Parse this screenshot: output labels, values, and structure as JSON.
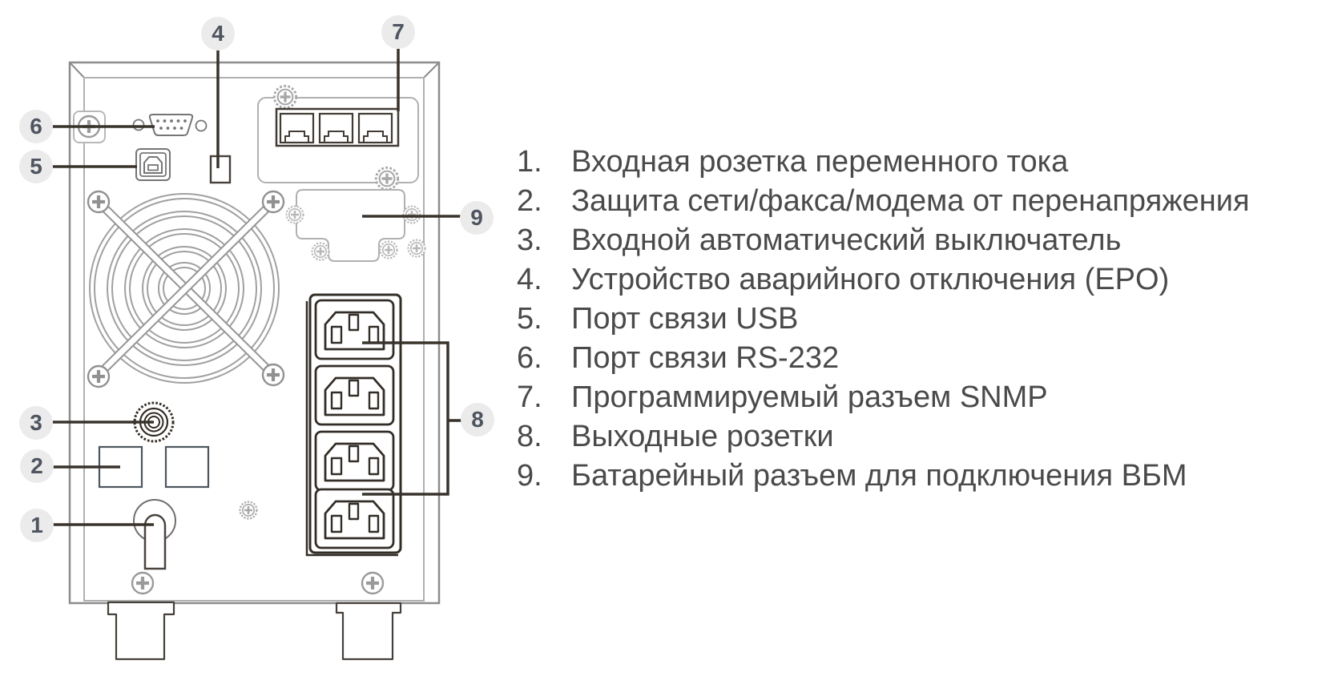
{
  "legend": {
    "items": [
      {
        "num": "1.",
        "label": "Входная розетка переменного тока"
      },
      {
        "num": "2.",
        "label": "Защита сети/факса/модема от перенапряжения"
      },
      {
        "num": "3.",
        "label": "Входной автоматический выключатель"
      },
      {
        "num": "4.",
        "label": "Устройство аварийного отключения (EPO)"
      },
      {
        "num": "5.",
        "label": "Порт связи USB"
      },
      {
        "num": "6.",
        "label": "Порт связи RS-232"
      },
      {
        "num": "7.",
        "label": "Программируемый разъем SNMP"
      },
      {
        "num": "8.",
        "label": "Выходные розетки"
      },
      {
        "num": "9.",
        "label": "Батарейный разъем для подключения ВБМ"
      }
    ]
  },
  "callouts": {
    "badges": [
      "1",
      "2",
      "3",
      "4",
      "5",
      "6",
      "7",
      "8",
      "9"
    ]
  },
  "colors": {
    "badge_bg": "#ebebeb",
    "badge_text": "#4e5560",
    "leader_line": "#38322b",
    "legend_text": "#4a4a4a",
    "line_art_dark": "#332d27",
    "line_art_gray": "#9a9a9a"
  }
}
